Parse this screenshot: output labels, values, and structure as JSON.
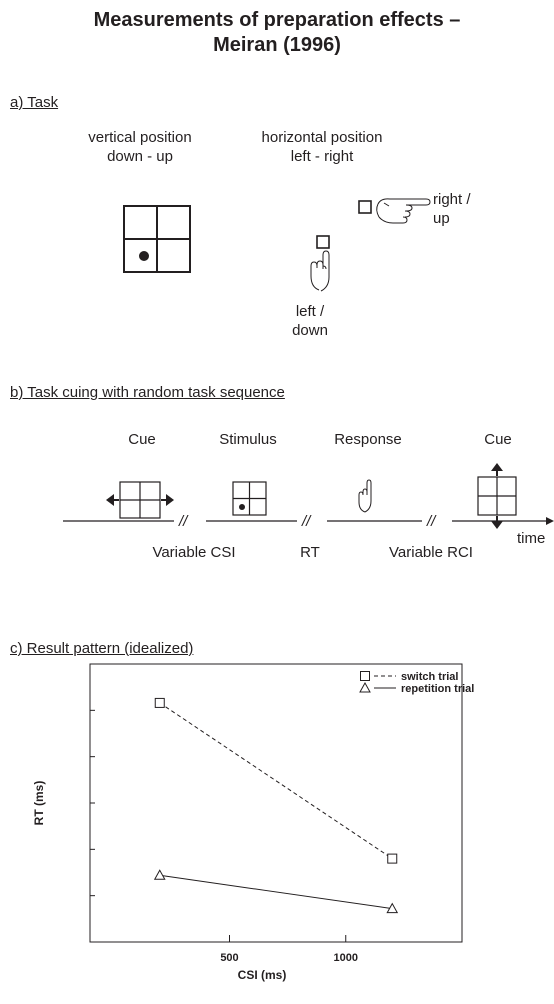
{
  "title": {
    "line1": "Measurements of preparation effects –",
    "line2": "Meiran (1996)"
  },
  "section_a": {
    "label": "a) Task",
    "vertical": {
      "line1": "vertical position",
      "line2": "down - up"
    },
    "horizontal": {
      "line1": "horizontal position",
      "line2": "left - right"
    },
    "right_up": {
      "line1": "right /",
      "line2": "up"
    },
    "left_down": {
      "line1": "left /",
      "line2": "down"
    },
    "icons": [
      "grid-2x2-icon",
      "dot-icon",
      "square-icon",
      "pointing-hand-right-icon",
      "pointing-hand-up-icon"
    ]
  },
  "section_b": {
    "label": "b) Task cuing with random task sequence",
    "headers": [
      "Cue",
      "Stimulus",
      "Response",
      "Cue"
    ],
    "timeline_break": "//",
    "timeline_labels": [
      "Variable CSI",
      "RT",
      "Variable RCI"
    ],
    "time_label": "time",
    "icons": [
      "cue-left-right-arrows-icon",
      "stimulus-grid-dot-icon",
      "pointing-hand-icon",
      "cue-up-down-arrows-icon",
      "time-arrow-icon"
    ]
  },
  "section_c": {
    "label": "c) Result pattern (idealized)"
  },
  "chart_data": {
    "type": "line",
    "xlabel": "CSI (ms)",
    "ylabel": "RT (ms)",
    "xlim": [
      -100,
      1500
    ],
    "ylim": [
      0,
      10
    ],
    "x_ticks": [
      500,
      1000
    ],
    "x_tick_labels": [
      "500",
      "1000"
    ],
    "y_tick_count": 5,
    "grid": false,
    "legend_position": "top-right",
    "series": [
      {
        "name": "switch trial",
        "marker": "square",
        "line_style": "dashed",
        "x": [
          200,
          1200
        ],
        "y": [
          8.6,
          3.0
        ]
      },
      {
        "name": "repetition trial",
        "marker": "triangle",
        "line_style": "solid",
        "x": [
          200,
          1200
        ],
        "y": [
          2.4,
          1.2
        ]
      }
    ]
  }
}
